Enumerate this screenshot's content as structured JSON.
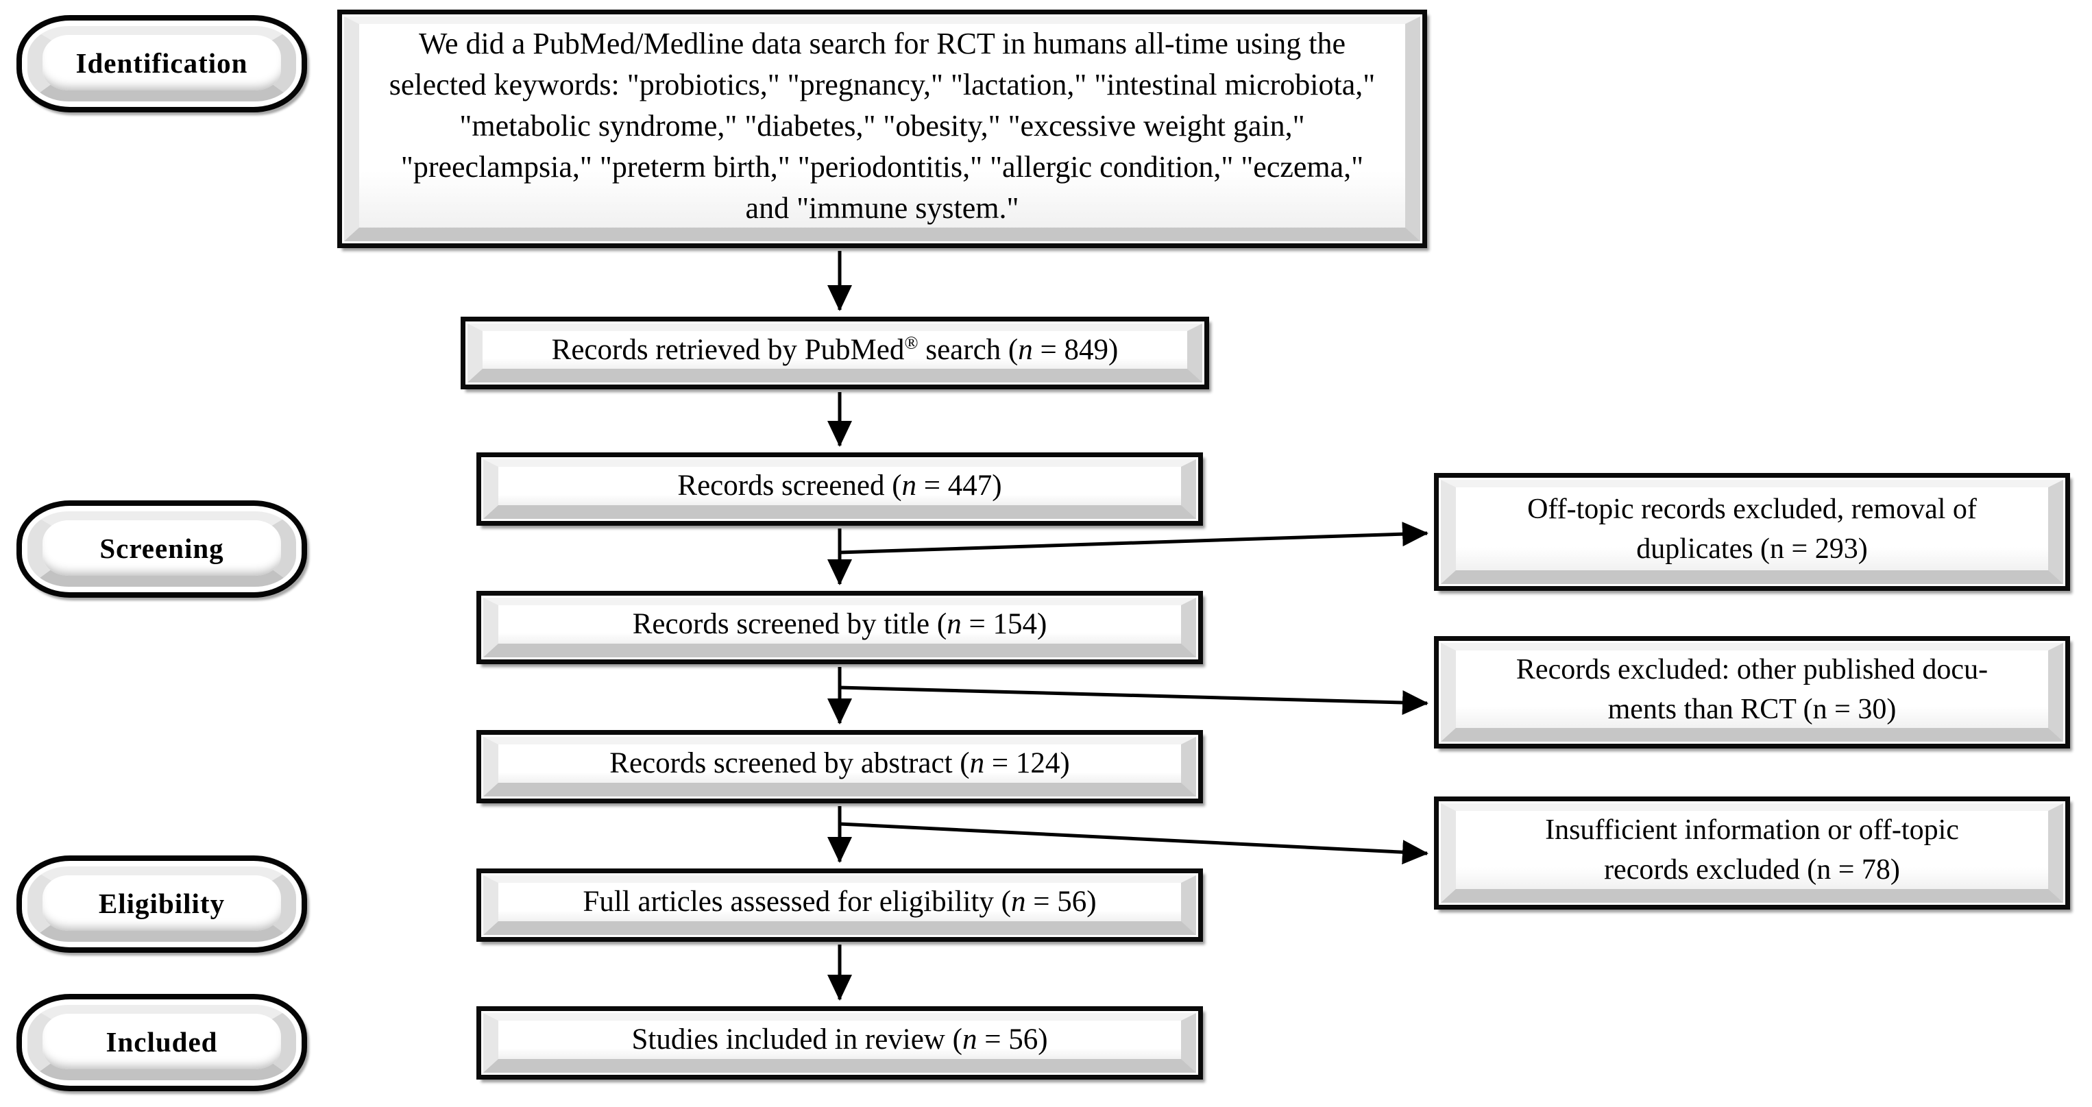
{
  "figure": {
    "type": "prisma-flow-diagram",
    "colors": {
      "box_border": "#0a0a0a",
      "box_fill": "#ffffff",
      "bevel_light": "#f3f3f3",
      "bevel_dark": "#c6c6c6",
      "text": "#000000"
    },
    "stages": [
      {
        "label": "Identification"
      },
      {
        "label": "Screening"
      },
      {
        "label": "Eligibility"
      },
      {
        "label": "Included"
      }
    ],
    "flow_boxes": [
      {
        "text": "We did a PubMed/Medline data search for RCT in humans all-time using the selected keywords: \"probiotics,\" \"pregnancy,\" \"lactation,\" \"intestinal microbiota,\" \"metabolic syndrome,\" \"diabetes,\" \"obesity,\" \"excessive weight gain,\" \"preeclampsia,\" \"preterm birth,\" \"periodontitis,\" \"allergic condition,\" \"eczema,\" and \"immune system.\""
      },
      {
        "text": "Records retrieved by PubMed^®^ search (*n* = 849)",
        "n": 849
      },
      {
        "text": "Records screened (*n* = 447)",
        "n": 447
      },
      {
        "text": "Records screened by title (*n* = 154)",
        "n": 154
      },
      {
        "text": "Records screened by abstract (*n* = 124)",
        "n": 124
      },
      {
        "text": "Full articles assessed for eligibility (*n* = 56)",
        "n": 56
      },
      {
        "text": "Studies included in review (*n* = 56)",
        "n": 56
      }
    ],
    "exclusion_boxes": [
      {
        "text": "Off-topic records excluded, removal of\nduplicates (n = 293)",
        "n": 293
      },
      {
        "text": "Records excluded: other published docu-\nments than RCT (n = 30)",
        "n": 30
      },
      {
        "text": "Insufficient information or off-topic\nrecords excluded (n = 78)",
        "n": 78
      }
    ]
  }
}
